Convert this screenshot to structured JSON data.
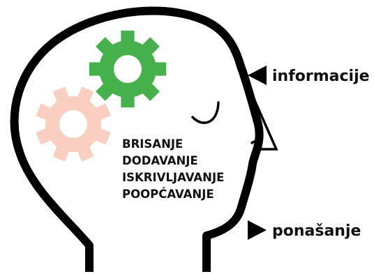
{
  "colors": {
    "outline": "#000000",
    "gear_active": "#46b14a",
    "gear_inactive": "#f8cfc0",
    "background": "#ffffff"
  },
  "icons": {
    "gear_active": "gear-icon",
    "gear_inactive": "gear-icon",
    "input_arrow": "triangle-left-icon",
    "output_arrow": "triangle-right-icon"
  },
  "processes": [
    "BRISANJE",
    "DODAVANJE",
    "ISKRIVLJAVANJE",
    "POOPĆAVANJE"
  ],
  "input_label": "informacije",
  "output_label": "ponašanje"
}
